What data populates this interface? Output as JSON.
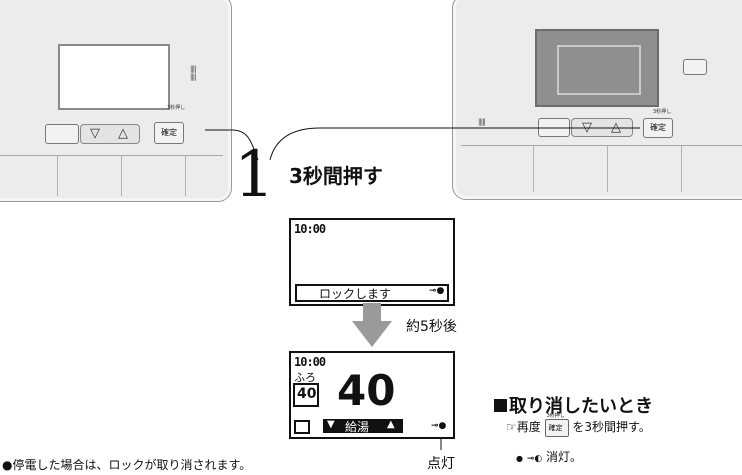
{
  "step": {
    "number": "1",
    "instruction": "3秒間押す"
  },
  "remote_left": {
    "lock_small_label": "3秒押し",
    "up_arrow": "▽",
    "down_arrow": "△",
    "confirm_label": "確定"
  },
  "remote_right": {
    "lock_small_label": "3秒押し",
    "down_arrow": "▽",
    "up_arrow": "△",
    "confirm_label": "確定"
  },
  "lcd_lock": {
    "time": "10:00",
    "message": "ロックします",
    "key_icon": "key-icon"
  },
  "transition": {
    "label": "約5秒後"
  },
  "lcd_main": {
    "time": "10:00",
    "bath_label": "ふろ",
    "bath_setting": "40",
    "temperature": "40",
    "mode_label": "給湯",
    "key_icon": "key-icon"
  },
  "lit_label": "点灯",
  "cancel_section": {
    "heading": "取り消したいとき",
    "step_prefix": "☞再度",
    "button_small": "3秒押し",
    "button_label": "確定",
    "step_suffix": "を3秒間押す。",
    "bullet": "●",
    "result": "消灯。"
  },
  "footnote": "●停電した場合は、ロックが取り消されます。",
  "colors": {
    "screen_off": "#8f8f8f",
    "panel": "#ececec",
    "lcd_border": "#111111"
  }
}
